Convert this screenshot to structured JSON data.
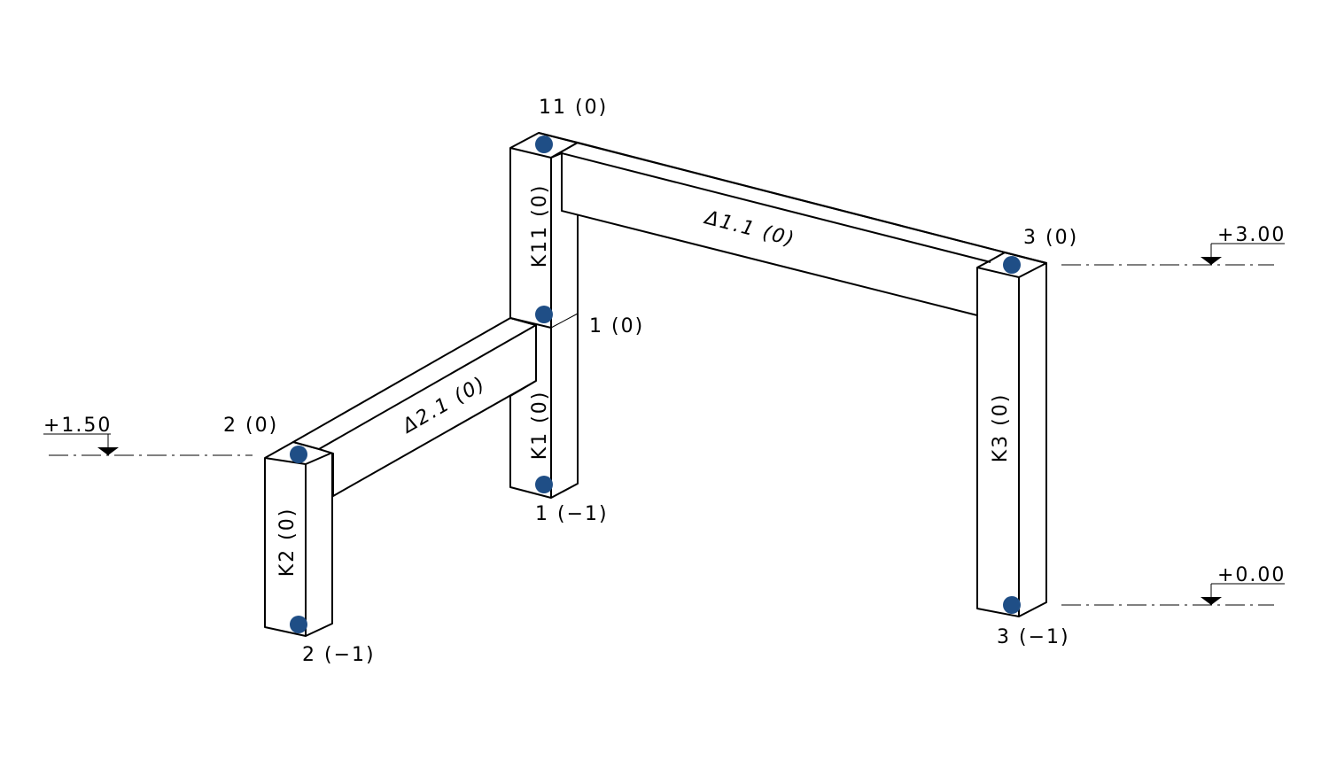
{
  "colors": {
    "node": "#1f4e86",
    "line": "#000000"
  },
  "columns": [
    {
      "id": "K11",
      "label": "K11 (0)"
    },
    {
      "id": "K1",
      "label": "K1 (0)"
    },
    {
      "id": "K2",
      "label": "K2 (0)"
    },
    {
      "id": "K3",
      "label": "K3 (0)"
    }
  ],
  "beams": [
    {
      "id": "D1.1",
      "label": "Δ1.1 (0)"
    },
    {
      "id": "D2.1",
      "label": "Δ2.1 (0)"
    }
  ],
  "nodes": [
    {
      "label": "11 (0)"
    },
    {
      "label": "1 (0)"
    },
    {
      "label": "1 (−1)"
    },
    {
      "label": "3 (0)"
    },
    {
      "label": "3 (−1)"
    },
    {
      "label": "2 (0)"
    },
    {
      "label": "2 (−1)"
    }
  ],
  "levels": [
    {
      "label": "+3.00"
    },
    {
      "label": "+0.00"
    },
    {
      "label": "+1.50"
    }
  ]
}
